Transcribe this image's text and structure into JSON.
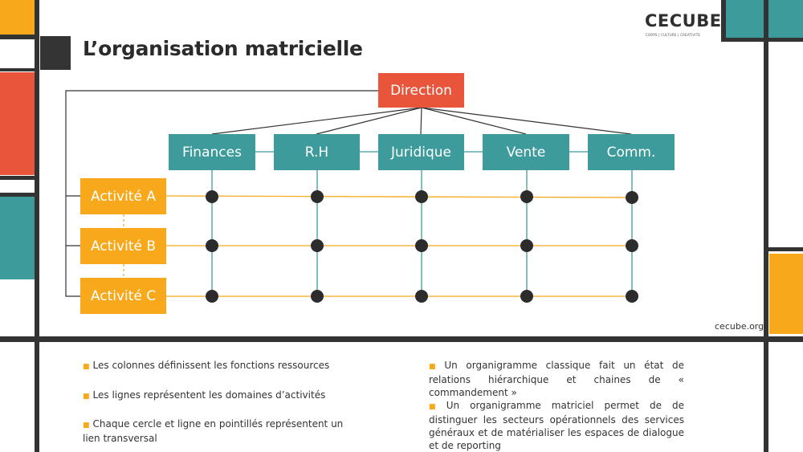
{
  "slide": {
    "title": "L’organisation matricielle",
    "url": "cecube.org"
  },
  "logo": {
    "name": "CECUBE",
    "tagline": "CORPS | CULTURE | CREATIVITE"
  },
  "diagram": {
    "top": "Direction",
    "functions": [
      "Finances",
      "R.H",
      "Juridique",
      "Vente",
      "Comm."
    ],
    "activities": [
      "Activité A",
      "Activité B",
      "Activité C"
    ]
  },
  "bullets": {
    "left": [
      "Les colonnes définissent les fonctions ressources",
      "Les lignes représentent les domaines d’activités",
      "Chaque cercle et ligne en pointillés représentent un lien transversal"
    ],
    "right": [
      "Un organigramme classique fait un état de relations hiérarchique et chaines de « commandement »",
      "Un organigramme matriciel permet de de distinguer les secteurs opérationnels des services généraux et de matérialiser les espaces de dialogue et de reporting"
    ]
  },
  "colors": {
    "orange": "#f7a81b",
    "red": "#e8553b",
    "teal": "#3e9b9b",
    "dark": "#333333"
  }
}
